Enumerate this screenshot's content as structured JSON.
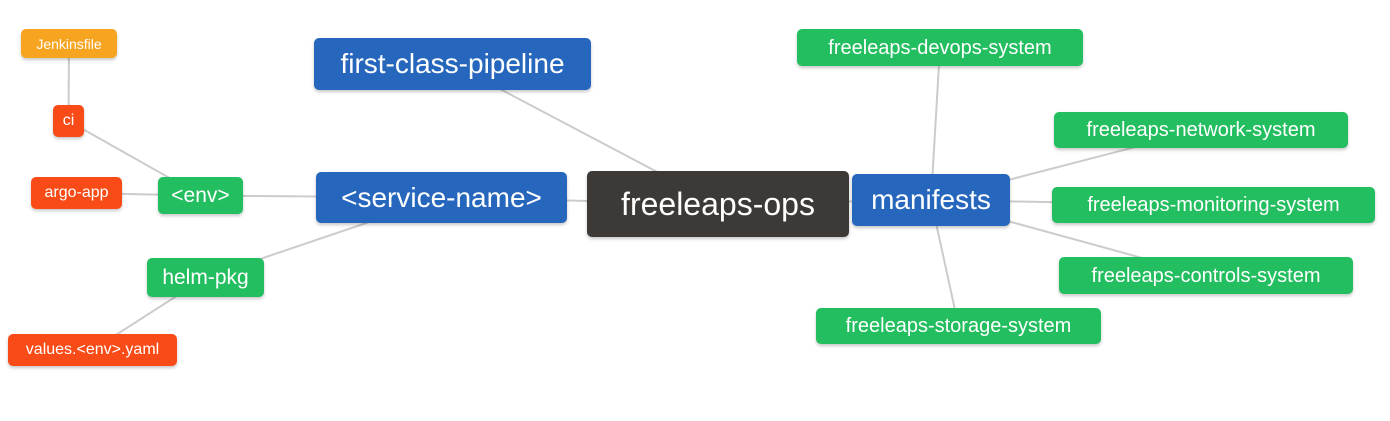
{
  "colors": {
    "root_bg": "#3d3936",
    "blue": "#2667bd",
    "green": "#23be5f",
    "red": "#f94b17",
    "orange": "#f7a421",
    "edge": "#cccccc",
    "text": "#ffffff",
    "background": "#ffffff"
  },
  "diagram": {
    "nodes": {
      "root": {
        "label": "freeleaps-ops",
        "color": "root_bg"
      },
      "pipeline": {
        "label": "first-class-pipeline",
        "color": "blue"
      },
      "service": {
        "label": "<service-name>",
        "color": "blue"
      },
      "manifests": {
        "label": "manifests",
        "color": "blue"
      },
      "env": {
        "label": "<env>",
        "color": "green"
      },
      "helm": {
        "label": "helm-pkg",
        "color": "green"
      },
      "ci": {
        "label": "ci",
        "color": "red"
      },
      "argo": {
        "label": "argo-app",
        "color": "red"
      },
      "values": {
        "label": "values.<env>.yaml",
        "color": "red"
      },
      "jenkinsfile": {
        "label": "Jenkinsfile",
        "color": "orange"
      },
      "devops": {
        "label": "freeleaps-devops-system",
        "color": "green"
      },
      "network": {
        "label": "freeleaps-network-system",
        "color": "green"
      },
      "monitoring": {
        "label": "freeleaps-monitoring-system",
        "color": "green"
      },
      "controls": {
        "label": "freeleaps-controls-system",
        "color": "green"
      },
      "storage": {
        "label": "freeleaps-storage-system",
        "color": "green"
      }
    },
    "edges": [
      [
        "jenkinsfile",
        "ci"
      ],
      [
        "ci",
        "env"
      ],
      [
        "argo",
        "env"
      ],
      [
        "env",
        "service"
      ],
      [
        "helm",
        "service"
      ],
      [
        "values",
        "helm"
      ],
      [
        "service",
        "root"
      ],
      [
        "pipeline",
        "root"
      ],
      [
        "root",
        "manifests"
      ],
      [
        "manifests",
        "devops"
      ],
      [
        "manifests",
        "network"
      ],
      [
        "manifests",
        "monitoring"
      ],
      [
        "manifests",
        "controls"
      ],
      [
        "manifests",
        "storage"
      ]
    ]
  }
}
